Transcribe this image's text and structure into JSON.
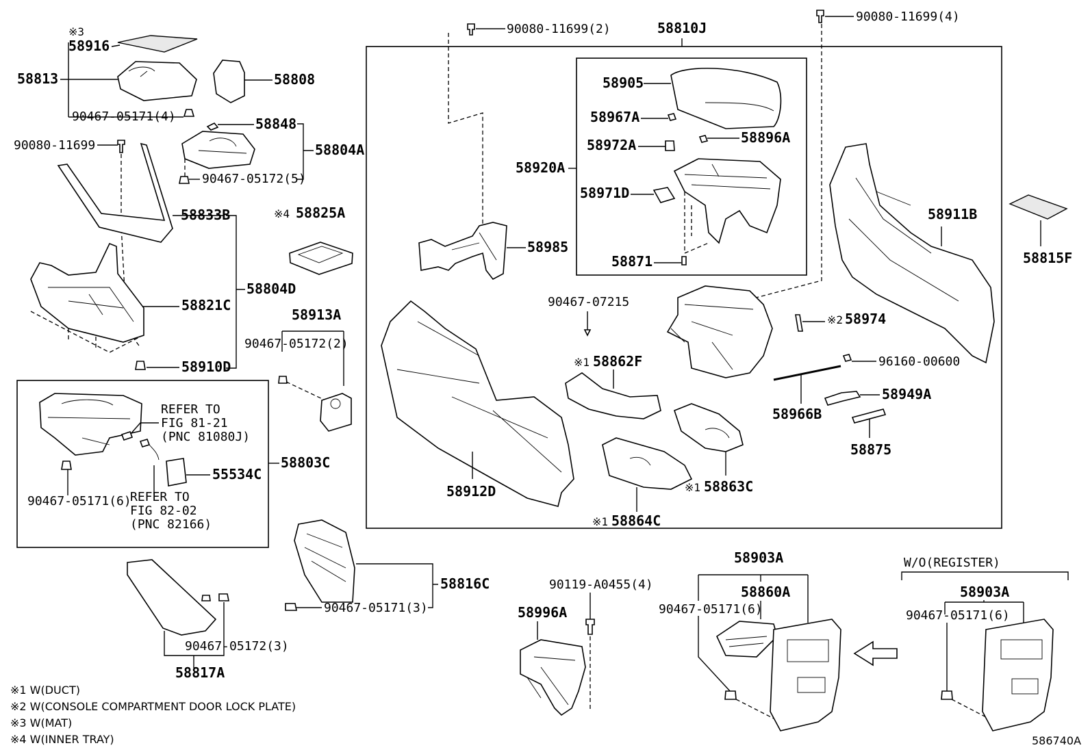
{
  "labels": {
    "p58916": "58916",
    "p58813": "58813",
    "p58808": "58808",
    "c_a": "90467-05171(4)",
    "p58848": "58848",
    "p58804A": "58804A",
    "c_b": "90467-05172(5)",
    "b_a": "90080-11699",
    "p58833B": "58833B",
    "p58825A": "58825A",
    "p58804D": "58804D",
    "p58821C": "58821C",
    "p58910D": "58910D",
    "p58913A": "58913A",
    "c_c": "90467-05172(2)",
    "refer1_a": "REFER TO",
    "refer1_b": "FIG 81-21",
    "refer1_c": "(PNC 81080J)",
    "p58803C": "58803C",
    "p55534C": "55534C",
    "c_d": "90467-05171(6)",
    "refer2_a": "REFER TO",
    "refer2_b": "FIG 82-02",
    "refer2_c": "(PNC 82166)",
    "b_b": "90080-11699(2)",
    "p58810J": "58810J",
    "b_c": "90080-11699(4)",
    "p58905": "58905",
    "p58967A": "58967A",
    "p58972A": "58972A",
    "p58896A": "58896A",
    "p58920A": "58920A",
    "p58971D": "58971D",
    "p58985": "58985",
    "p58871": "58871",
    "p58911B": "58911B",
    "p58815F": "58815F",
    "c_e": "90467-07215",
    "p58974": "58974",
    "p58862F": "58862F",
    "p96160": "96160-00600",
    "p58949A": "58949A",
    "p58966B": "58966B",
    "p58875": "58875",
    "p58912D": "58912D",
    "p58863C": "58863C",
    "p58864C": "58864C",
    "p58816C": "58816C",
    "c_f": "90467-05171(3)",
    "c_g": "90467-05172(3)",
    "p58817A": "58817A",
    "b_d": "90119-A0455(4)",
    "p58996A": "58996A",
    "p58903A_1": "58903A",
    "p58860A": "58860A",
    "c_h": "90467-05171(6)",
    "wo_register": "W/O(REGISTER)",
    "p58903A_2": "58903A",
    "c_i": "90467-05171(6)",
    "fig_code": "586740A"
  },
  "marks": {
    "m3": "※3",
    "m4": "※4",
    "m1a": "※1",
    "m2": "※2",
    "m1b": "※1",
    "m1c": "※1"
  },
  "notes": [
    "※1 W(DUCT)",
    "※2 W(CONSOLE COMPARTMENT DOOR LOCK PLATE)",
    "※3 W(MAT)",
    "※4 W(INNER TRAY)"
  ]
}
